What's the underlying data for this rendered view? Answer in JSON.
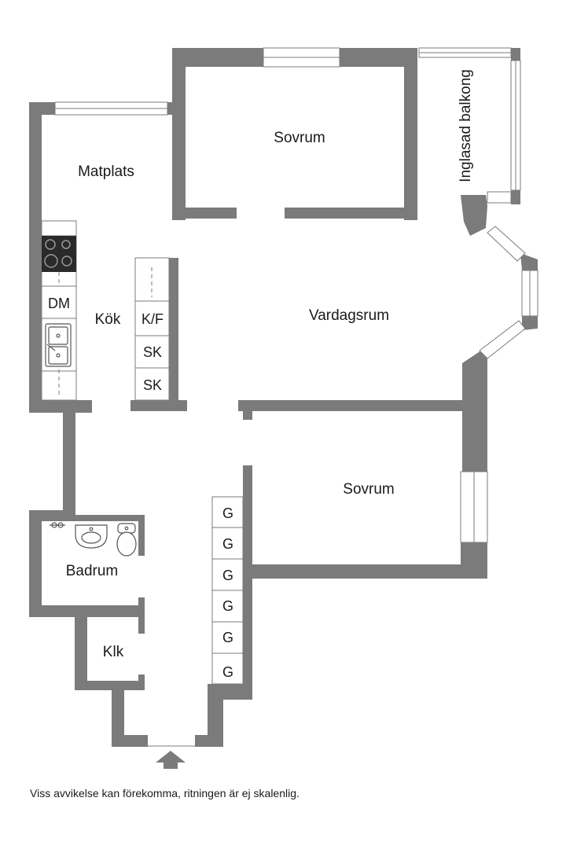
{
  "rooms": {
    "matplats": "Matplats",
    "sovrum_top": "Sovrum",
    "balkong": "Inglasad balkong",
    "kok": "Kök",
    "dm": "DM",
    "kf": "K/F",
    "sk1": "SK",
    "sk2": "SK",
    "vardagsrum": "Vardagsrum",
    "sovrum_right": "Sovrum",
    "badrum": "Badrum",
    "klk": "Klk"
  },
  "closets": [
    "G",
    "G",
    "G",
    "G",
    "G",
    "G"
  ],
  "disclaimer": "Viss avvikelse kan förekomma, ritningen är ej skalenlig.",
  "colors": {
    "wall": "#7b7b7b",
    "fixture_line": "#555555",
    "background": "#ffffff"
  },
  "icons": {
    "entrance": "up-arrow-icon",
    "stove": "stove-icon",
    "sink": "sink-icon",
    "toilet": "toilet-icon"
  }
}
